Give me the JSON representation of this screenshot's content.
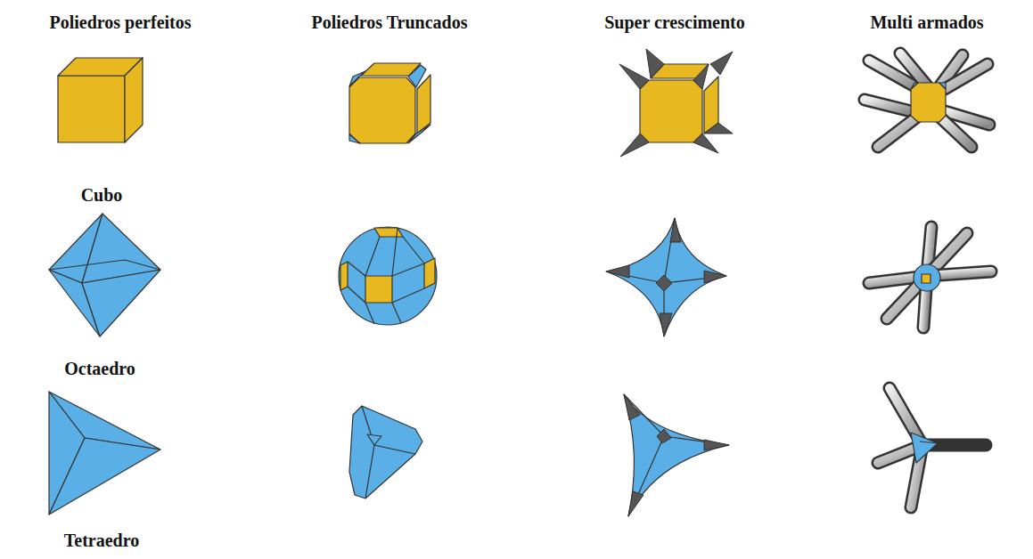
{
  "diagram": {
    "labels": [
      "Poliedros perfeitos",
      "Poliedros Truncados",
      "Super crescimento",
      "Multi armados",
      "Cubo",
      "Octaedro",
      "Tetraedro"
    ]
  }
}
